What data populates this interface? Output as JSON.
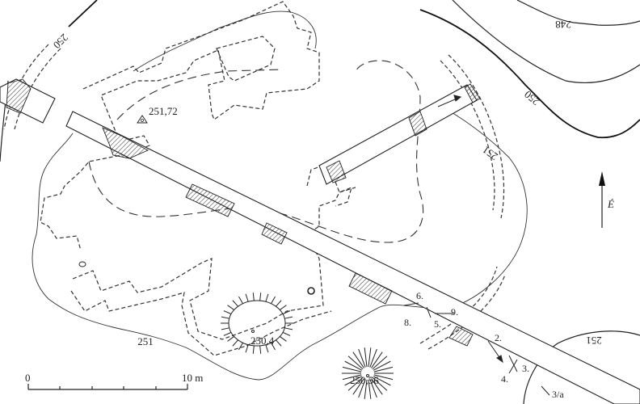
{
  "title": "Archaeological site plan with contour lines and trenches",
  "contours": {
    "c250_left": "250",
    "c248": "248",
    "c250_right": "250",
    "c251_ne": "251",
    "c251_bottom": "251",
    "c251_se": "251"
  },
  "spot_heights": {
    "trig_point": "251,72",
    "mound_west": "250,4",
    "mound_east": "250,56"
  },
  "section_labels": {
    "s2": "2.",
    "s3": "3.",
    "s3a": "3/a",
    "s4": "4.",
    "s5": "5.",
    "s6": "6.",
    "s8": "8.",
    "s9": "9."
  },
  "north_arrow": {
    "label": "É"
  },
  "scale_bar": {
    "start": "0",
    "end": "10 m",
    "divisions": 5
  }
}
